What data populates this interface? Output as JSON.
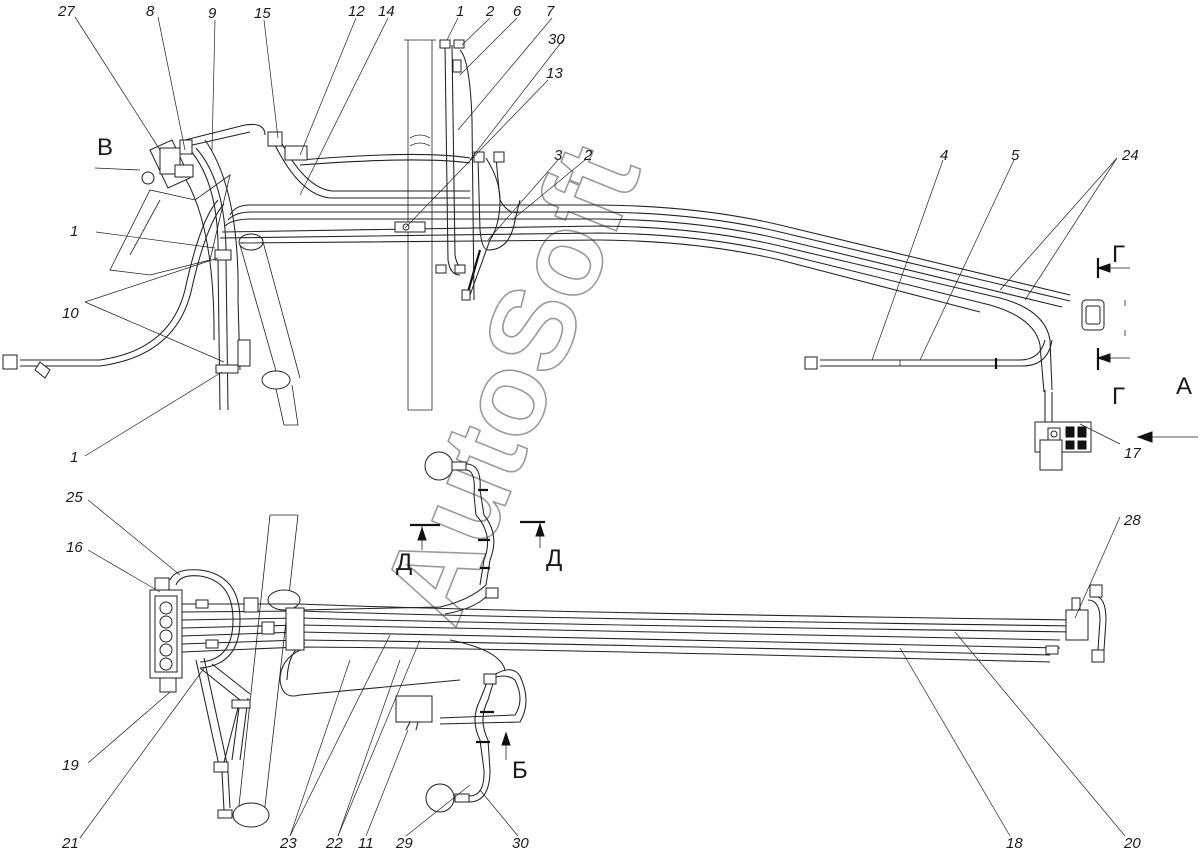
{
  "watermark": "AutoSoft",
  "view_letters": {
    "V": "В",
    "G": "Г",
    "A": "А",
    "D": "Д",
    "B": "Б"
  },
  "callouts_top": [
    "27",
    "8",
    "9",
    "15",
    "12",
    "14",
    "1",
    "2",
    "6",
    "7",
    "30",
    "13",
    "3",
    "2",
    "4",
    "5",
    "24",
    "1",
    "10",
    "1",
    "17"
  ],
  "callouts_bottom": [
    "25",
    "16",
    "28",
    "19",
    "21",
    "23",
    "22",
    "11",
    "29",
    "30",
    "18",
    "20"
  ]
}
